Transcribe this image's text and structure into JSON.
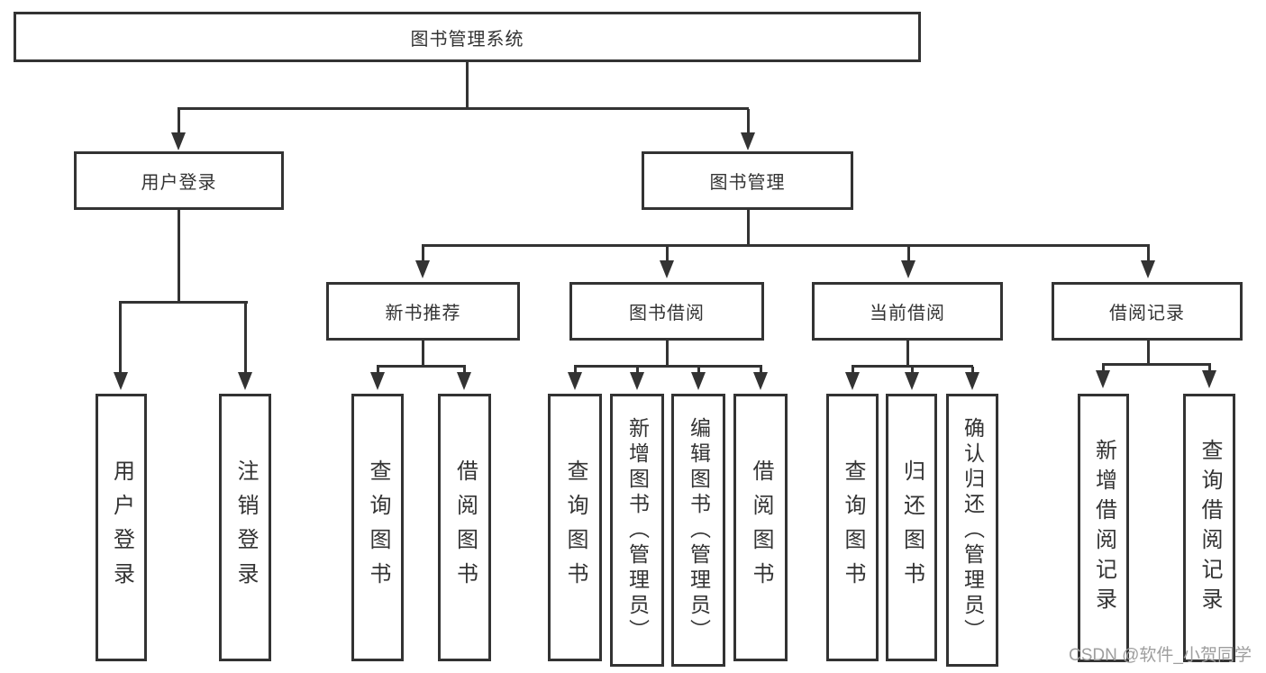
{
  "diagram": {
    "root": {
      "label": "图书管理系统"
    },
    "level2": [
      {
        "label": "用户登录"
      },
      {
        "label": "图书管理"
      }
    ],
    "level3": [
      {
        "label": "新书推荐"
      },
      {
        "label": "图书借阅"
      },
      {
        "label": "当前借阅"
      },
      {
        "label": "借阅记录"
      }
    ],
    "leaves": {
      "user_login": [
        "用户登录",
        "注销登录"
      ],
      "new_book": [
        "查询图书",
        "借阅图书"
      ],
      "book_borrow": [
        "查询图书",
        "新增图书（管理员）",
        "编辑图书（管理员）",
        "借阅图书"
      ],
      "current_borrow": [
        "查询图书",
        "归还图书",
        "确认归还（管理员）"
      ],
      "borrow_records": [
        "新增借阅记录",
        "查询借阅记录"
      ]
    },
    "colors": {
      "line": "#333333",
      "text": "#333333",
      "box_background": "#ffffff",
      "page_background": "#ffffff",
      "watermark": "#9e9e9e"
    }
  },
  "watermark": {
    "text": "CSDN @软件_小贺同学"
  }
}
